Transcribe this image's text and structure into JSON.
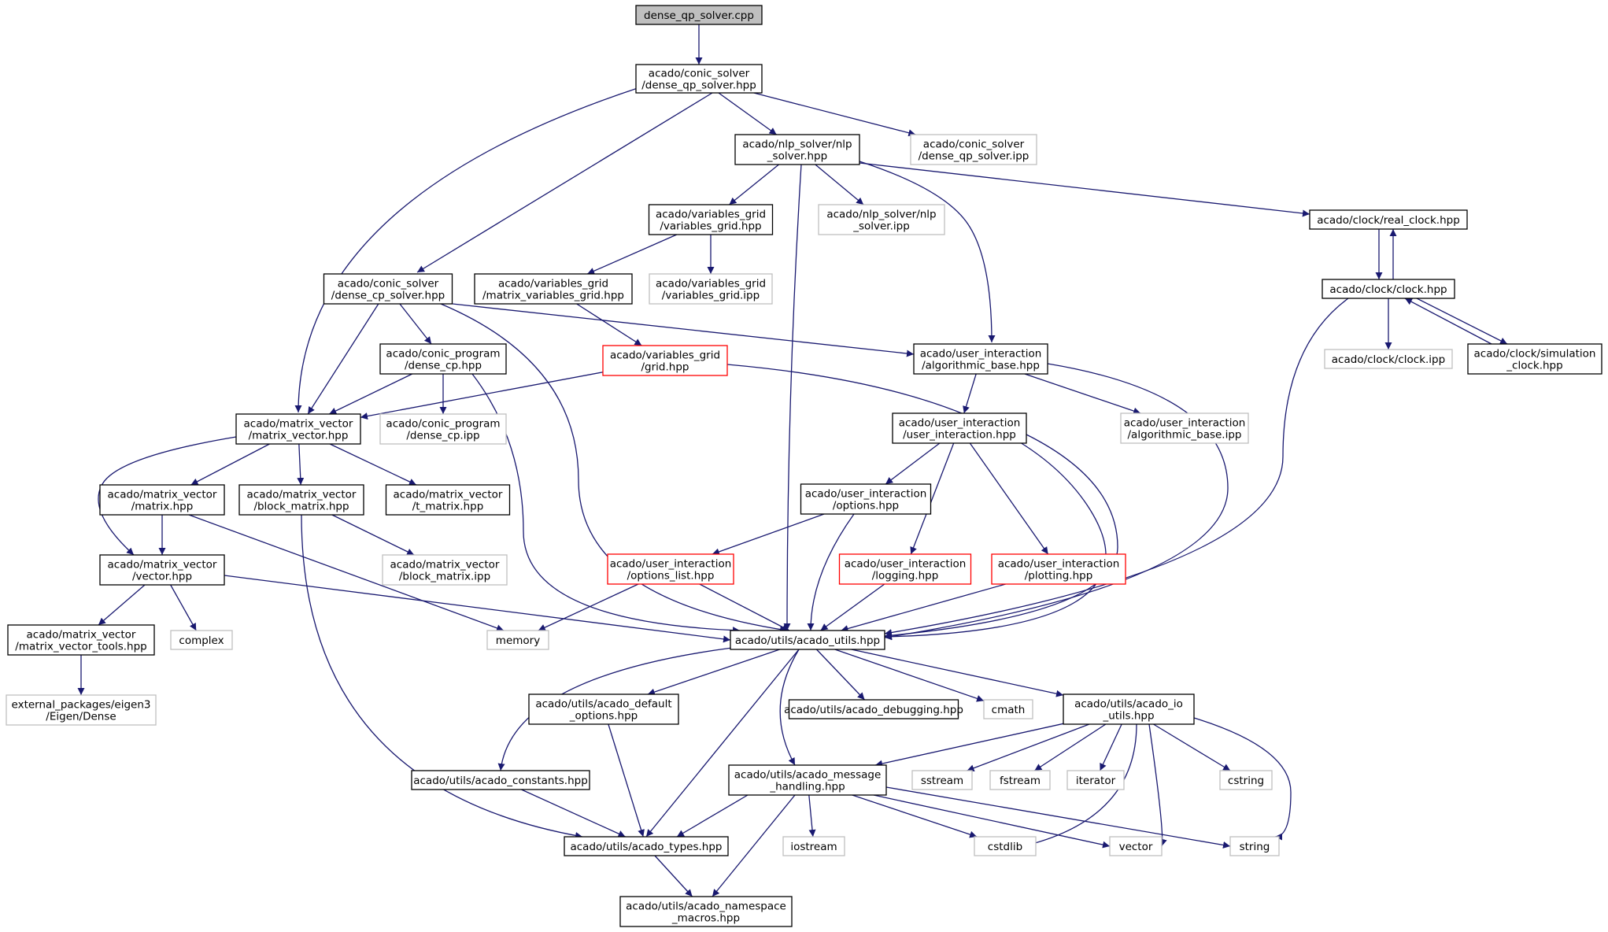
{
  "graph": {
    "title": "dense_qp_solver.cpp",
    "colors": {
      "edge": "#191970",
      "normal_border": "#000000",
      "external_border": "#bfbfbf",
      "incomplete_border": "#ff0000",
      "root_fill": "#bfbfbf"
    },
    "nodes": [
      {
        "id": "root",
        "kind": "root",
        "lines": [
          "dense_qp_solver.cpp"
        ]
      },
      {
        "id": "n_dqp_hpp",
        "kind": "normal",
        "lines": [
          "acado/conic_solver",
          "/dense_qp_solver.hpp"
        ]
      },
      {
        "id": "n_nlp_hpp",
        "kind": "normal",
        "lines": [
          "acado/nlp_solver/nlp",
          "_solver.hpp"
        ]
      },
      {
        "id": "n_dqp_ipp",
        "kind": "external",
        "lines": [
          "acado/conic_solver",
          "/dense_qp_solver.ipp"
        ]
      },
      {
        "id": "n_vg_hpp",
        "kind": "normal",
        "lines": [
          "acado/variables_grid",
          "/variables_grid.hpp"
        ]
      },
      {
        "id": "n_nlp_ipp",
        "kind": "external",
        "lines": [
          "acado/nlp_solver/nlp",
          "_solver.ipp"
        ]
      },
      {
        "id": "n_realclock",
        "kind": "normal",
        "lines": [
          "acado/clock/real_clock.hpp"
        ]
      },
      {
        "id": "n_clock",
        "kind": "normal",
        "lines": [
          "acado/clock/clock.hpp"
        ]
      },
      {
        "id": "n_dcp_solver",
        "kind": "normal",
        "lines": [
          "acado/conic_solver",
          "/dense_cp_solver.hpp"
        ]
      },
      {
        "id": "n_mvg",
        "kind": "normal",
        "lines": [
          "acado/variables_grid",
          "/matrix_variables_grid.hpp"
        ]
      },
      {
        "id": "n_vg_ipp",
        "kind": "external",
        "lines": [
          "acado/variables_grid",
          "/variables_grid.ipp"
        ]
      },
      {
        "id": "n_dcp_hpp",
        "kind": "normal",
        "lines": [
          "acado/conic_program",
          "/dense_cp.hpp"
        ]
      },
      {
        "id": "n_grid",
        "kind": "incomplete",
        "lines": [
          "acado/variables_grid",
          "/grid.hpp"
        ]
      },
      {
        "id": "n_algo",
        "kind": "normal",
        "lines": [
          "acado/user_interaction",
          "/algorithmic_base.hpp"
        ]
      },
      {
        "id": "n_clock_ipp",
        "kind": "external",
        "lines": [
          "acado/clock/clock.ipp"
        ]
      },
      {
        "id": "n_simclock",
        "kind": "normal",
        "lines": [
          "acado/clock/simulation",
          "_clock.hpp"
        ]
      },
      {
        "id": "n_mv",
        "kind": "normal",
        "lines": [
          "acado/matrix_vector",
          "/matrix_vector.hpp"
        ]
      },
      {
        "id": "n_dcp_ipp",
        "kind": "external",
        "lines": [
          "acado/conic_program",
          "/dense_cp.ipp"
        ]
      },
      {
        "id": "n_ui",
        "kind": "normal",
        "lines": [
          "acado/user_interaction",
          "/user_interaction.hpp"
        ]
      },
      {
        "id": "n_algo_ipp",
        "kind": "external",
        "lines": [
          "acado/user_interaction",
          "/algorithmic_base.ipp"
        ]
      },
      {
        "id": "n_matrix",
        "kind": "normal",
        "lines": [
          "acado/matrix_vector",
          "/matrix.hpp"
        ]
      },
      {
        "id": "n_blockm",
        "kind": "normal",
        "lines": [
          "acado/matrix_vector",
          "/block_matrix.hpp"
        ]
      },
      {
        "id": "n_tmatrix",
        "kind": "normal",
        "lines": [
          "acado/matrix_vector",
          "/t_matrix.hpp"
        ]
      },
      {
        "id": "n_options",
        "kind": "normal",
        "lines": [
          "acado/user_interaction",
          "/options.hpp"
        ]
      },
      {
        "id": "n_vector",
        "kind": "normal",
        "lines": [
          "acado/matrix_vector",
          "/vector.hpp"
        ]
      },
      {
        "id": "n_blockm_ipp",
        "kind": "external",
        "lines": [
          "acado/matrix_vector",
          "/block_matrix.ipp"
        ]
      },
      {
        "id": "n_optlist",
        "kind": "incomplete",
        "lines": [
          "acado/user_interaction",
          "/options_list.hpp"
        ]
      },
      {
        "id": "n_logging",
        "kind": "incomplete",
        "lines": [
          "acado/user_interaction",
          "/logging.hpp"
        ]
      },
      {
        "id": "n_plotting",
        "kind": "incomplete",
        "lines": [
          "acado/user_interaction",
          "/plotting.hpp"
        ]
      },
      {
        "id": "n_mvtools",
        "kind": "normal",
        "lines": [
          "acado/matrix_vector",
          "/matrix_vector_tools.hpp"
        ]
      },
      {
        "id": "n_complex",
        "kind": "external",
        "lines": [
          "complex"
        ]
      },
      {
        "id": "n_memory",
        "kind": "external",
        "lines": [
          "memory"
        ]
      },
      {
        "id": "n_utils",
        "kind": "normal",
        "lines": [
          "acado/utils/acado_utils.hpp"
        ]
      },
      {
        "id": "n_eigen",
        "kind": "external",
        "lines": [
          "external_packages/eigen3",
          "/Eigen/Dense"
        ]
      },
      {
        "id": "n_defopts",
        "kind": "normal",
        "lines": [
          "acado/utils/acado_default",
          "_options.hpp"
        ]
      },
      {
        "id": "n_debug",
        "kind": "normal",
        "lines": [
          "acado/utils/acado_debugging.hpp"
        ]
      },
      {
        "id": "n_cmath",
        "kind": "external",
        "lines": [
          "cmath"
        ]
      },
      {
        "id": "n_io",
        "kind": "normal",
        "lines": [
          "acado/utils/acado_io",
          "_utils.hpp"
        ]
      },
      {
        "id": "n_consts",
        "kind": "normal",
        "lines": [
          "acado/utils/acado_constants.hpp"
        ]
      },
      {
        "id": "n_msg",
        "kind": "normal",
        "lines": [
          "acado/utils/acado_message",
          "_handling.hpp"
        ]
      },
      {
        "id": "n_sstream",
        "kind": "external",
        "lines": [
          "sstream"
        ]
      },
      {
        "id": "n_fstream",
        "kind": "external",
        "lines": [
          "fstream"
        ]
      },
      {
        "id": "n_iterator",
        "kind": "external",
        "lines": [
          "iterator"
        ]
      },
      {
        "id": "n_cstring",
        "kind": "external",
        "lines": [
          "cstring"
        ]
      },
      {
        "id": "n_types",
        "kind": "normal",
        "lines": [
          "acado/utils/acado_types.hpp"
        ]
      },
      {
        "id": "n_iostream",
        "kind": "external",
        "lines": [
          "iostream"
        ]
      },
      {
        "id": "n_cstdlib",
        "kind": "external",
        "lines": [
          "cstdlib"
        ]
      },
      {
        "id": "n_vectorstd",
        "kind": "external",
        "lines": [
          "vector"
        ]
      },
      {
        "id": "n_string",
        "kind": "external",
        "lines": [
          "string"
        ]
      },
      {
        "id": "n_ns",
        "kind": "normal",
        "lines": [
          "acado/utils/acado_namespace",
          "_macros.hpp"
        ]
      }
    ],
    "edges": [
      {
        "from": "root",
        "to": "n_dqp_hpp"
      },
      {
        "from": "n_dqp_hpp",
        "to": "n_nlp_hpp"
      },
      {
        "from": "n_dqp_hpp",
        "to": "n_dqp_ipp"
      },
      {
        "from": "n_dqp_hpp",
        "to": "n_dcp_solver"
      },
      {
        "from": "n_dqp_hpp",
        "to": "n_mv"
      },
      {
        "from": "n_nlp_hpp",
        "to": "n_vg_hpp"
      },
      {
        "from": "n_nlp_hpp",
        "to": "n_nlp_ipp"
      },
      {
        "from": "n_nlp_hpp",
        "to": "n_realclock"
      },
      {
        "from": "n_nlp_hpp",
        "to": "n_algo"
      },
      {
        "from": "n_nlp_hpp",
        "to": "n_utils"
      },
      {
        "from": "n_vg_hpp",
        "to": "n_mvg"
      },
      {
        "from": "n_vg_hpp",
        "to": "n_vg_ipp"
      },
      {
        "from": "n_mvg",
        "to": "n_grid"
      },
      {
        "from": "n_realclock",
        "to": "n_clock"
      },
      {
        "from": "n_clock",
        "to": "n_realclock"
      },
      {
        "from": "n_clock",
        "to": "n_clock_ipp"
      },
      {
        "from": "n_clock",
        "to": "n_simclock"
      },
      {
        "from": "n_simclock",
        "to": "n_clock"
      },
      {
        "from": "n_clock",
        "to": "n_utils"
      },
      {
        "from": "n_dcp_solver",
        "to": "n_dcp_hpp"
      },
      {
        "from": "n_dcp_solver",
        "to": "n_algo"
      },
      {
        "from": "n_dcp_solver",
        "to": "n_mv"
      },
      {
        "from": "n_dcp_solver",
        "to": "n_utils"
      },
      {
        "from": "n_dcp_hpp",
        "to": "n_mv"
      },
      {
        "from": "n_dcp_hpp",
        "to": "n_dcp_ipp"
      },
      {
        "from": "n_dcp_hpp",
        "to": "n_utils"
      },
      {
        "from": "n_grid",
        "to": "n_mv"
      },
      {
        "from": "n_grid",
        "to": "n_utils"
      },
      {
        "from": "n_algo",
        "to": "n_ui"
      },
      {
        "from": "n_algo",
        "to": "n_algo_ipp"
      },
      {
        "from": "n_algo",
        "to": "n_utils"
      },
      {
        "from": "n_ui",
        "to": "n_options"
      },
      {
        "from": "n_ui",
        "to": "n_logging"
      },
      {
        "from": "n_ui",
        "to": "n_plotting"
      },
      {
        "from": "n_ui",
        "to": "n_utils"
      },
      {
        "from": "n_options",
        "to": "n_optlist"
      },
      {
        "from": "n_options",
        "to": "n_utils"
      },
      {
        "from": "n_optlist",
        "to": "n_memory"
      },
      {
        "from": "n_optlist",
        "to": "n_utils"
      },
      {
        "from": "n_logging",
        "to": "n_utils"
      },
      {
        "from": "n_plotting",
        "to": "n_utils"
      },
      {
        "from": "n_mv",
        "to": "n_matrix"
      },
      {
        "from": "n_mv",
        "to": "n_blockm"
      },
      {
        "from": "n_mv",
        "to": "n_tmatrix"
      },
      {
        "from": "n_mv",
        "to": "n_vector"
      },
      {
        "from": "n_matrix",
        "to": "n_vector"
      },
      {
        "from": "n_matrix",
        "to": "n_memory"
      },
      {
        "from": "n_blockm",
        "to": "n_blockm_ipp"
      },
      {
        "from": "n_blockm",
        "to": "n_types"
      },
      {
        "from": "n_vector",
        "to": "n_mvtools"
      },
      {
        "from": "n_vector",
        "to": "n_complex"
      },
      {
        "from": "n_vector",
        "to": "n_utils"
      },
      {
        "from": "n_mvtools",
        "to": "n_eigen"
      },
      {
        "from": "n_utils",
        "to": "n_consts"
      },
      {
        "from": "n_utils",
        "to": "n_defopts"
      },
      {
        "from": "n_utils",
        "to": "n_debug"
      },
      {
        "from": "n_utils",
        "to": "n_cmath"
      },
      {
        "from": "n_utils",
        "to": "n_io"
      },
      {
        "from": "n_utils",
        "to": "n_msg"
      },
      {
        "from": "n_utils",
        "to": "n_types"
      },
      {
        "from": "n_defopts",
        "to": "n_types"
      },
      {
        "from": "n_consts",
        "to": "n_types"
      },
      {
        "from": "n_io",
        "to": "n_msg"
      },
      {
        "from": "n_io",
        "to": "n_sstream"
      },
      {
        "from": "n_io",
        "to": "n_fstream"
      },
      {
        "from": "n_io",
        "to": "n_iterator"
      },
      {
        "from": "n_io",
        "to": "n_cstring"
      },
      {
        "from": "n_io",
        "to": "n_cstdlib"
      },
      {
        "from": "n_io",
        "to": "n_vectorstd"
      },
      {
        "from": "n_io",
        "to": "n_string"
      },
      {
        "from": "n_msg",
        "to": "n_types"
      },
      {
        "from": "n_msg",
        "to": "n_iostream"
      },
      {
        "from": "n_msg",
        "to": "n_cstdlib"
      },
      {
        "from": "n_msg",
        "to": "n_vectorstd"
      },
      {
        "from": "n_msg",
        "to": "n_string"
      },
      {
        "from": "n_msg",
        "to": "n_ns"
      },
      {
        "from": "n_types",
        "to": "n_ns"
      }
    ]
  }
}
